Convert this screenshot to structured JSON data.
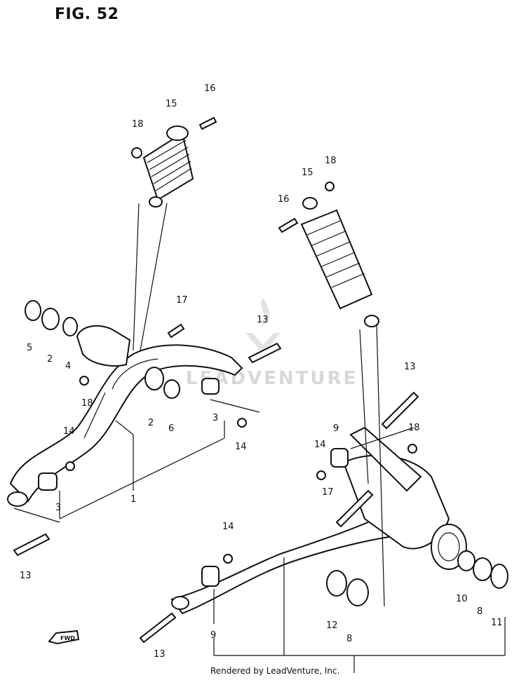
{
  "title": "FIG. 52",
  "footer": "Rendered by LeadVenture, Inc.",
  "watermark": "LEADVENTURE",
  "fwd_label": "FWD",
  "callouts": {
    "c1": "1",
    "c2a": "2",
    "c2b": "2",
    "c3a": "3",
    "c3b": "3",
    "c4": "4",
    "c5": "5",
    "c6": "6",
    "c8a": "8",
    "c8b": "8",
    "c9a": "9",
    "c9b": "9",
    "c10": "10",
    "c11": "11",
    "c12": "12",
    "c13a": "13",
    "c13b": "13",
    "c13c": "13",
    "c13d": "13",
    "c14a": "14",
    "c14b": "14",
    "c14c": "14",
    "c14d": "14",
    "c15a": "15",
    "c15b": "15",
    "c16a": "16",
    "c16b": "16",
    "c17a": "17",
    "c17b": "17",
    "c18a": "18",
    "c18b": "18",
    "c18c": "18",
    "c18d": "18"
  }
}
